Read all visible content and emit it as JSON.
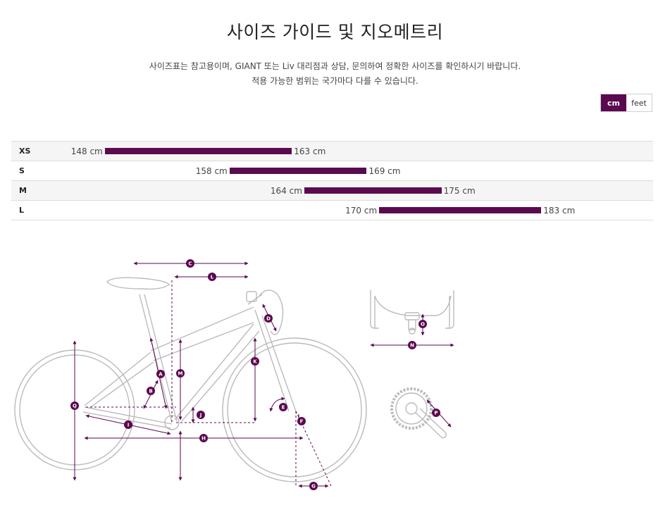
{
  "page": {
    "title": "사이즈 가이드 및 지오메트리",
    "description_line1": "사이즈표는 참고용이며, GIANT 또는 Liv 대리점과 상담, 문의하여 정확한 사이즈를 확인하시기 바랍니다.",
    "description_line2": "적용 가능한 범위는 국가마다 다를 수 있습니다."
  },
  "unit_toggle": {
    "options": [
      "cm",
      "feet"
    ],
    "selected": "cm"
  },
  "sizes": [
    {
      "size": "XS",
      "min": 148,
      "max": 163,
      "min_label": "148 cm",
      "max_label": "163 cm"
    },
    {
      "size": "S",
      "min": 158,
      "max": 169,
      "min_label": "158 cm",
      "max_label": "169 cm"
    },
    {
      "size": "M",
      "min": 164,
      "max": 175,
      "min_label": "164 cm",
      "max_label": "175 cm"
    },
    {
      "size": "L",
      "min": 170,
      "max": 183,
      "min_label": "170 cm",
      "max_label": "183 cm"
    }
  ],
  "diagram_labels": [
    "A",
    "B",
    "C",
    "D",
    "E",
    "F",
    "G",
    "H",
    "I",
    "J",
    "K",
    "L",
    "M",
    "N",
    "O",
    "P",
    "Q"
  ],
  "colors": {
    "accent": "#5a0a4f",
    "line": "#bbbbbb"
  }
}
